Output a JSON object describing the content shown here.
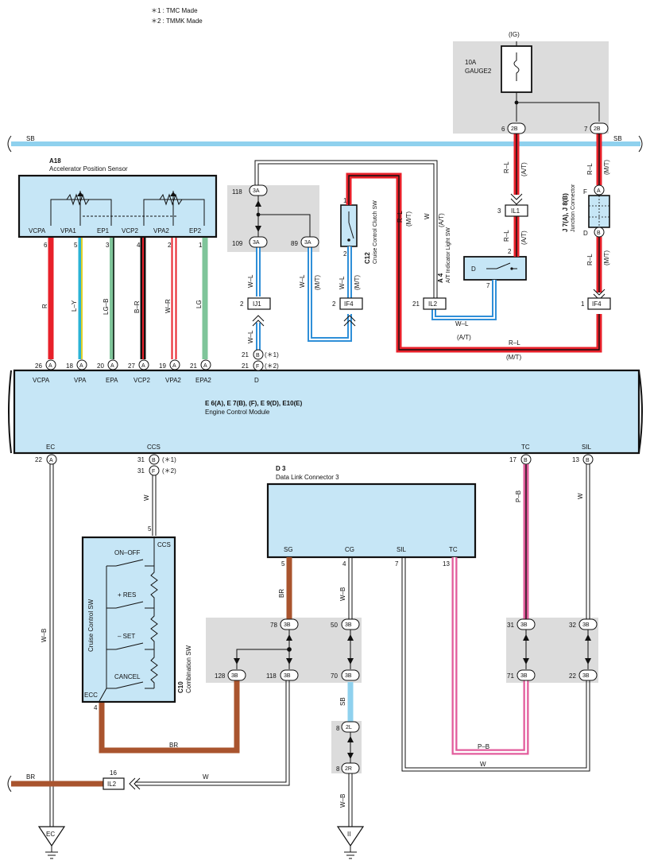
{
  "notes": [
    "＊1 : TMC Made",
    "＊2 : TMMK Made"
  ],
  "fuse": {
    "top": "(IG)",
    "amp": "10A",
    "name": "GAUGE2"
  },
  "bus": {
    "left": "SB",
    "right": "SB"
  },
  "a18": {
    "code": "A18",
    "name": "Accelerator Position Sensor",
    "terms": [
      "VCPA",
      "VPA1",
      "EP1",
      "VCP2",
      "VPA2",
      "EP2"
    ],
    "pins": [
      "6",
      "5",
      "3",
      "4",
      "2",
      "1"
    ],
    "wires": [
      "R",
      "L–Y",
      "LG–B",
      "B–R",
      "W–R",
      "LG"
    ]
  },
  "ecm": {
    "code": "E 6(A), E 7(B), (F), E 9(D), E10(E)",
    "name": "Engine Control Module",
    "top_terms": [
      "VCPA",
      "VPA",
      "EPA",
      "VCP2",
      "VPA2",
      "EPA2",
      "D"
    ],
    "top_nums": [
      "26",
      "18",
      "20",
      "27",
      "19",
      "21",
      "21",
      "21"
    ],
    "top_conn": [
      "A",
      "A",
      "A",
      "A",
      "A",
      "A",
      "B",
      "F"
    ],
    "note1": "(＊1)",
    "note2": "(＊2)",
    "bot_terms": [
      "EC",
      "CCS",
      "TC",
      "SIL"
    ],
    "bot_nums": [
      "22",
      "31",
      "31",
      "17",
      "13"
    ],
    "bot_conn": [
      "A",
      "B",
      "F",
      "B",
      "B"
    ]
  },
  "c12": {
    "code": "C12",
    "name": "Cruise Control Clutch SW",
    "pin1": "1",
    "pin2": "2"
  },
  "a4": {
    "code": "A 4",
    "name": "A/T Indicator Light SW",
    "label": "D",
    "pin2": "2",
    "pin7": "7"
  },
  "jc": {
    "code": "J 7(A), J 8(B)",
    "name": "Junction Connector",
    "f": "F",
    "a": "A",
    "d": "D",
    "b": "B"
  },
  "d3": {
    "code": "D 3",
    "name": "Data Link Connector 3",
    "terms": [
      "SG",
      "CG",
      "SIL",
      "TC"
    ],
    "pins": [
      "5",
      "4",
      "7",
      "13"
    ]
  },
  "c10": {
    "code": "C10",
    "name": "Combination SW",
    "side": "Cruise Control SW",
    "ccs": "CCS",
    "ecc": "ECC",
    "switches": [
      "ON–OFF",
      "+ RES",
      "– SET",
      "CANCEL"
    ],
    "pin5": "5",
    "pin4": "4"
  },
  "connectors": {
    "j3a": "3A",
    "j2b": "2B",
    "j3b": "3B",
    "j2l": "2L",
    "j2r": "2R",
    "ij1": "IJ1",
    "if4": "IF4",
    "il1": "IL1",
    "il2": "IL2"
  },
  "pins": {
    "p118": "118",
    "p109": "109",
    "p89": "89",
    "p6": "6",
    "p7": "7",
    "p3": "3",
    "p2": "2",
    "p1": "1",
    "p21": "21",
    "p78": "78",
    "p50": "50",
    "p128": "128",
    "p118b": "118",
    "p70": "70",
    "p31": "31",
    "p32": "32",
    "p71": "71",
    "p22": "22",
    "p8": "8",
    "p16": "16"
  },
  "wire_labels": {
    "rl": "R–L",
    "at": "(A/T)",
    "mt": "(M/T)",
    "w": "W",
    "wl": "W–L",
    "wb": "W–B",
    "br": "BR",
    "sb": "SB",
    "pb": "P–B"
  },
  "grounds": {
    "ec": "EC",
    "ii": "II"
  },
  "colors": {
    "sb": "#8fd1ee",
    "red": "#e8202a",
    "blue": "#2f8fd8",
    "green": "#7fc59a",
    "brown": "#a9542e",
    "pink": "#e25c9c",
    "bodyfill": "#c6e6f6",
    "gray": "#dcdcdc"
  }
}
